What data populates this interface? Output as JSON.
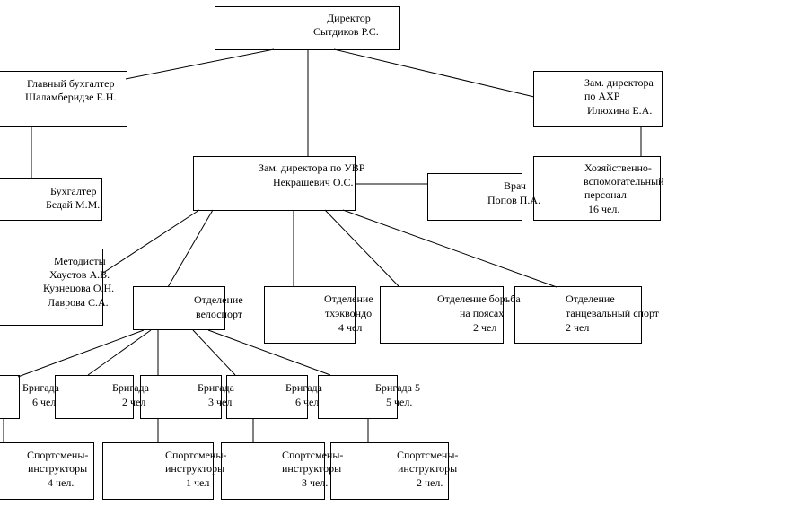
{
  "boxes": {
    "director": {
      "line1": "Директор",
      "line2": "Сытдиков Р.С."
    },
    "chief_accountant": {
      "line1": "Главный бухгалтер",
      "line2": "Шаламберидзе Е.Н."
    },
    "deputy_ahr": {
      "line1": "Зам. директора",
      "line2": "по АХР",
      "line3": "Илюхина Е.А."
    },
    "deputy_uvr": {
      "line1": "Зам. директора по УВР",
      "line2": "Некрашевич О.С."
    },
    "doctor": {
      "line1": "Врач",
      "line2": "Попов П.А."
    },
    "service_staff": {
      "line1": "Хозяйственно-",
      "line2": "вспомогательный",
      "line3": "персонал",
      "line4": "16 чел."
    },
    "accountant": {
      "line1": "Бухгалтер",
      "line2": "Бедай М.М."
    },
    "methodists": {
      "line1": "Методисты",
      "line2": "Хаустов А.В.",
      "line3": "Кузнецова О.Н.",
      "line4": "Лаврова С.А."
    },
    "dept_cycling": {
      "line1": "Отделение",
      "line2": "велоспорт"
    },
    "dept_taekwondo": {
      "line1": "Отделение",
      "line2": "тхэквондо",
      "line3": "4 чел"
    },
    "dept_wrestling": {
      "line1": "Отделение борьба",
      "line2": "на поясах",
      "line3": "2 чел"
    },
    "dept_dance": {
      "line1": "Отделение",
      "line2": "танцевальный спорт",
      "line3": "2 чел"
    },
    "brigades": [
      {
        "line1": "Бригада",
        "line2": "6 чел"
      },
      {
        "line1": "Бригада",
        "line2": "2 чел"
      },
      {
        "line1": "Бригада",
        "line2": "3 чел"
      },
      {
        "line1": "Бригада",
        "line2": "6 чел"
      },
      {
        "line1": "Бригада 5",
        "line2": "5 чел."
      }
    ],
    "instructors": [
      {
        "line1": "Спортсмены-",
        "line2": "инструкторы",
        "line3": "4 чел."
      },
      {
        "line1": "Спортсмены-",
        "line2": "инструкторы",
        "line3": "1 чел"
      },
      {
        "line1": "Спортсмены-",
        "line2": "инструкторы",
        "line3": "3 чел."
      },
      {
        "line1": "Спортсмены-",
        "line2": "инструкторы",
        "line3": "2 чел."
      }
    ]
  }
}
